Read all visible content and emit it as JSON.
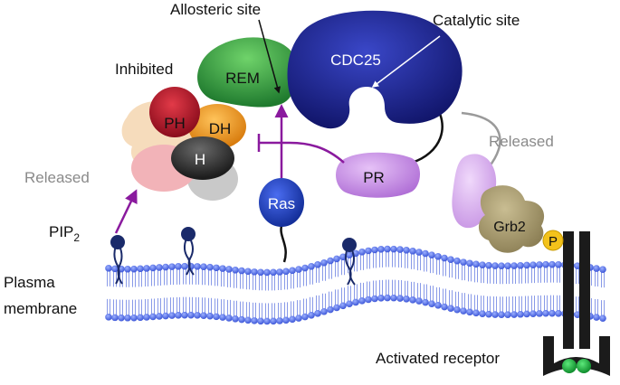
{
  "labels": {
    "allosteric_site": "Allosteric site",
    "catalytic_site": "Catalytic site",
    "inhibited": "Inhibited",
    "released_left": "Released",
    "released_right": "Released",
    "pip2_base": "PIP",
    "pip2_sub": "2",
    "plasma_line1": "Plasma",
    "plasma_line2": "membrane",
    "activated_receptor": "Activated receptor"
  },
  "domains": {
    "rem": "REM",
    "cdc25": "CDC25",
    "ph": "PH",
    "dh": "DH",
    "h": "H",
    "ras": "Ras",
    "pr": "PR",
    "grb2": "Grb2",
    "phospho": "P"
  },
  "colors": {
    "cdc25": "#1a1f8c",
    "rem": "#2ea043",
    "ph": "#b3122a",
    "dh": "#e8941e",
    "h": "#3b3b3b",
    "ras": "#1e3fb0",
    "pr": "#c58be0",
    "grb2": "#a79a6e",
    "phospho": "#f3c21b",
    "arrow_purple": "#8a1a9e",
    "released_text": "#8a8a8a",
    "lipid_head": "#5a72e0"
  }
}
